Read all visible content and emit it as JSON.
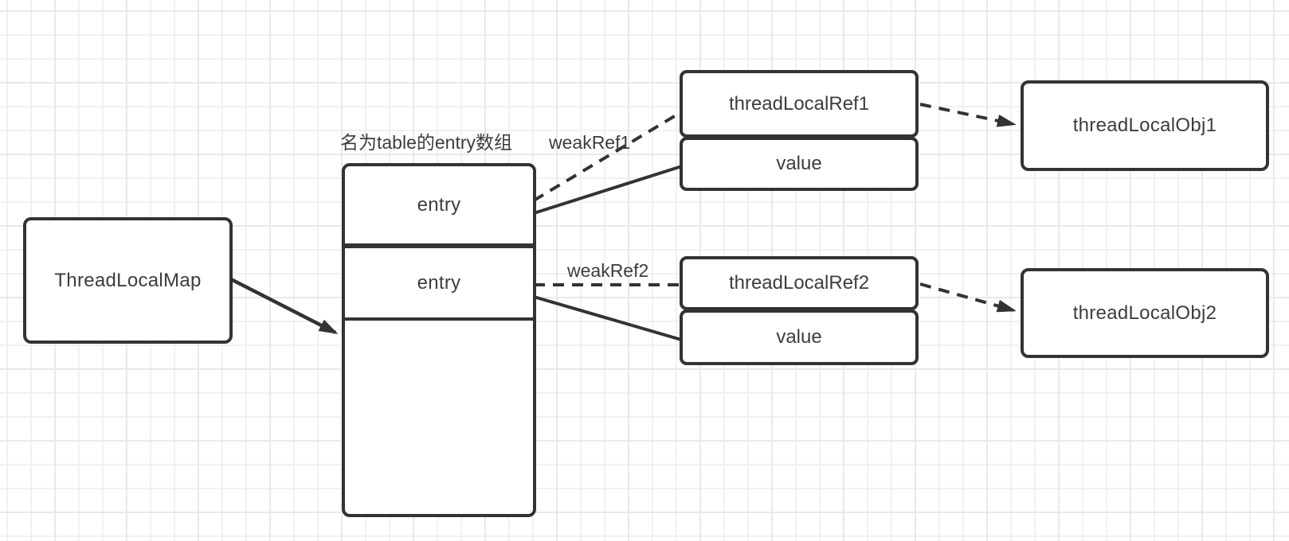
{
  "nodes": {
    "map": {
      "label": "ThreadLocalMap"
    },
    "table": {
      "caption": "名为table的entry数组",
      "rows": [
        "entry",
        "entry",
        ""
      ]
    },
    "refGroup1": {
      "ref": "threadLocalRef1",
      "value": "value"
    },
    "refGroup2": {
      "ref": "threadLocalRef2",
      "value": "value"
    },
    "obj1": {
      "label": "threadLocalObj1"
    },
    "obj2": {
      "label": "threadLocalObj2"
    }
  },
  "edgeLabels": {
    "weakRef1": "weakRef1",
    "weakRef2": "weakRef2"
  },
  "colors": {
    "stroke": "#333333",
    "text": "#3d3d3d",
    "background": "#ffffff",
    "grid_minor": "#f1f1f1",
    "grid_major": "#e9e9e9"
  }
}
